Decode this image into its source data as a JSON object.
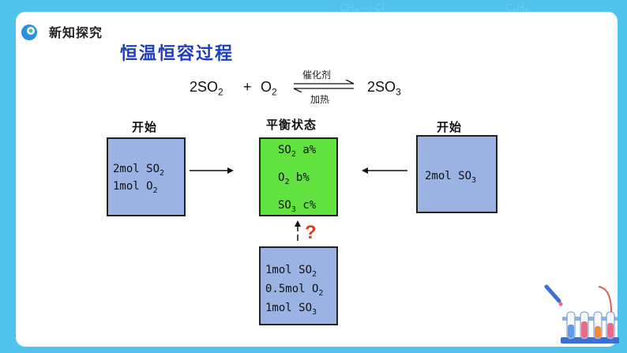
{
  "header": {
    "title": "新知探究",
    "icon": "section-logo-icon"
  },
  "slide_title": "恒温恒容过程",
  "equation": {
    "lhs1": "2SO",
    "lhs1_sub": "2",
    "plus": "+",
    "lhs2": "O",
    "lhs2_sub": "2",
    "rhs": "2SO",
    "rhs_sub": "3",
    "condition_top": "催化剂",
    "condition_bottom": "加热",
    "arrow": "reversible-arrows"
  },
  "left": {
    "label": "开始",
    "line1": "2mol SO",
    "line1_sub": "2",
    "line2": "1mol O",
    "line2_sub": "2"
  },
  "center": {
    "label": "平衡状态",
    "line1": "SO",
    "line1_sub": "2",
    "line1_val": " a%",
    "line2": "O",
    "line2_sub": "2",
    "line2_val": "  b%",
    "line3": "SO",
    "line3_sub": "3",
    "line3_val": " c%"
  },
  "right": {
    "label": "开始",
    "line1": "2mol SO",
    "line1_sub": "3"
  },
  "bottom": {
    "line1": "1mol SO",
    "line1_sub": "2",
    "line2": "0.5mol O",
    "line2_sub": "2",
    "line3": "1mol SO",
    "line3_sub": "3"
  },
  "question_mark": "?",
  "colors": {
    "background": "#4fc3ec",
    "title": "#1e3fbf",
    "blue_box": "#9bb3e3",
    "green_box": "#61e23e",
    "question": "#e03a1e"
  }
}
